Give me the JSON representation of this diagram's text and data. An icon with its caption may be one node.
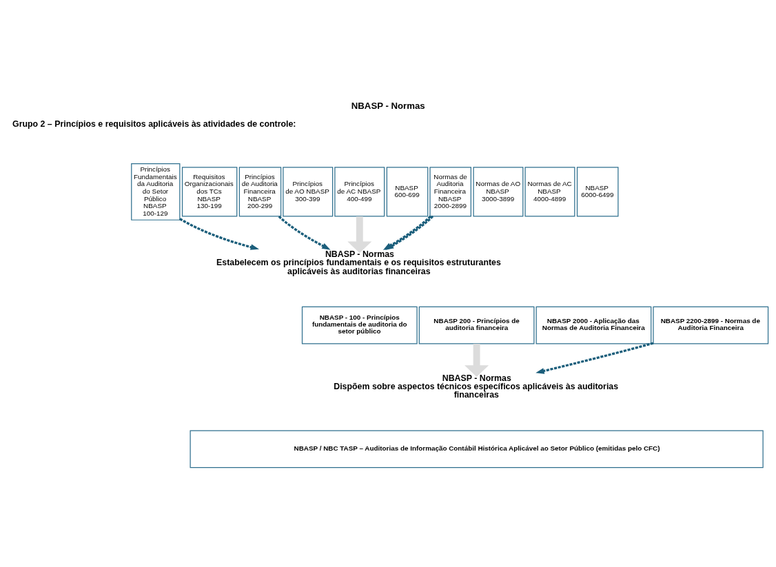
{
  "diagram": {
    "title": "NBASP - Normas",
    "nodes": [
      {
        "text": [
          "Princípios Fundamentais da Auditoria do Setor Público NBASP 100-129"
        ]
      },
      {
        "text": [
          "Requisitos Organizacionais dos TCs NBASP 130-199"
        ]
      },
      {
        "text": [
          "Princípios de Auditoria Financeira NBASP 200-299"
        ]
      },
      {
        "text": [
          "Princípios de AO NBASP 300-399"
        ]
      },
      {
        "text": [
          "Princípios de AC NBASP 400-499"
        ]
      },
      {
        "text": [
          "NBASP 600-699"
        ]
      },
      {
        "text": [
          "Normas de Auditoria Financeira NBASP 2000-2899"
        ]
      },
      {
        "text": [
          "Normas de AO NBASP 3000-3899"
        ]
      },
      {
        "text": [
          "Normas de AC NBASP 4000-4899"
        ]
      },
      {
        "text": [
          "NBASP 6000-6499"
        ]
      },
      {
        "text": [
          "NBASP - Normas",
          "Estabelecem os princípios fundamentais e os requisitos estruturantes aplicáveis às auditorias financeiras"
        ]
      },
      {
        "text": [
          "NBASP - 100 - Princípios fundamentais de auditoria do setor público"
        ]
      },
      {
        "text": [
          "NBASP 200 - Princípios de auditoria financeira"
        ]
      },
      {
        "text": [
          "NBASP 2000 - Aplicação das Normas de Auditoria Financeira"
        ]
      },
      {
        "text": [
          "NBASP 2200-2899 - Normas de Auditoria Financeira"
        ]
      },
      {
        "text": [
          "NBASP - Normas",
          "Dispõem sobre aspectos técnicos específicos aplicáveis às auditorias financeiras"
        ]
      },
      {
        "text": [
          "NBASP / NBC TASP – Auditorias de Informação Contábil Histórica Aplicável ao Setor Público (emitidas pelo CFC)"
        ]
      }
    ],
    "edges": [
      {
        "from": 0,
        "to": 10,
        "arrow": "to",
        "style": "dashed"
      },
      {
        "from": 2,
        "to": 10,
        "arrow": "to",
        "style": "dashed"
      },
      {
        "from": 6,
        "to": 10,
        "arrow": "to",
        "style": "dashed"
      },
      {
        "from": 6,
        "to": 10,
        "arrow": "to",
        "style": "dashed"
      },
      {
        "from": 4,
        "to": 10,
        "arrow": "to",
        "style": "thick",
        "color": "#dcdcdc"
      },
      {
        "from": 12,
        "to": 15,
        "arrow": "to",
        "style": "thick",
        "color": "#dcdcdc"
      },
      {
        "from": 14,
        "to": 15,
        "arrow": "to",
        "style": "dashed"
      }
    ],
    "labels": [
      "Grupo 2 – Princípios e requisitos aplicáveis às atividades de controle:"
    ]
  }
}
